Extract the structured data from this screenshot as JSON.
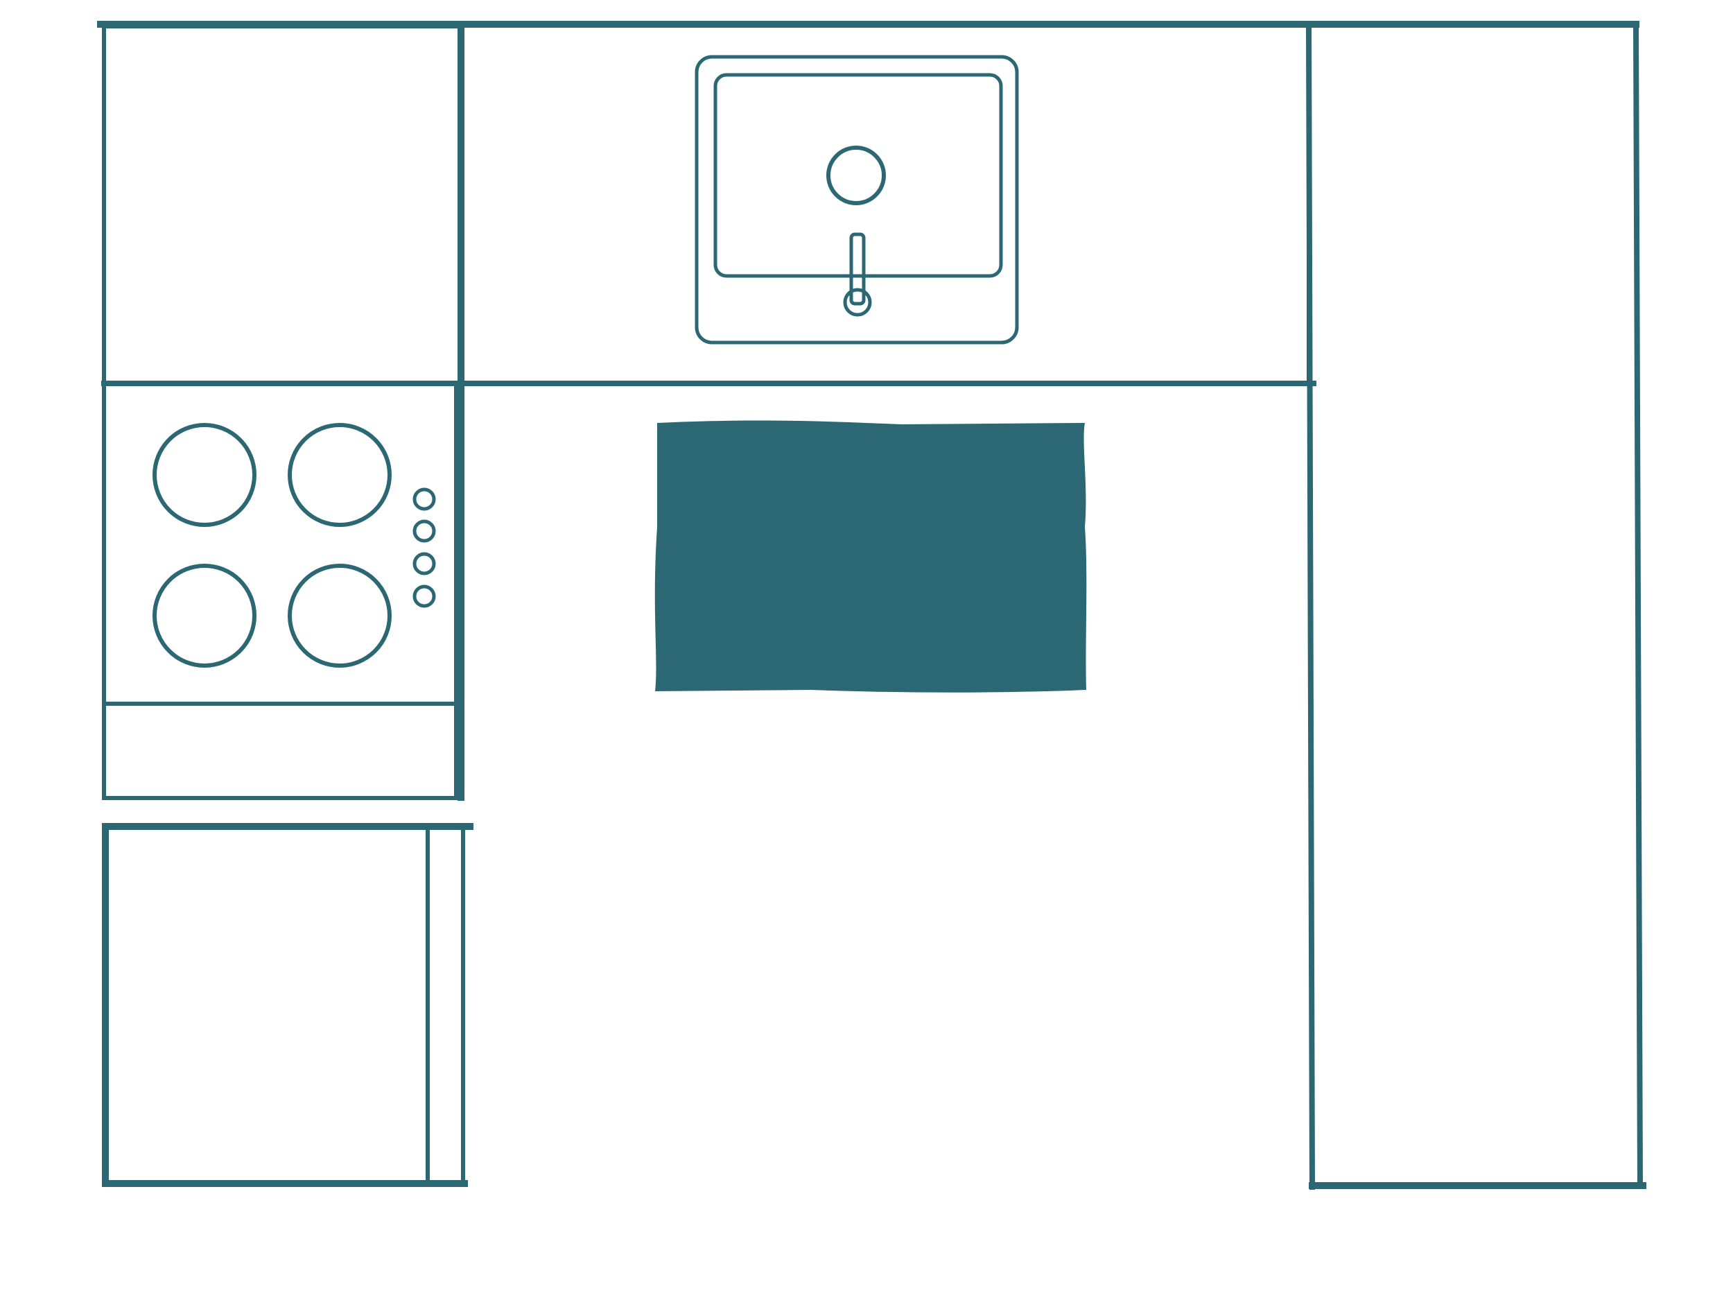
{
  "colors": {
    "stroke": "#2c6873",
    "fill": "#2c6873",
    "background": "#ffffff"
  },
  "plan": {
    "elements": [
      {
        "name": "upper-left-cabinet",
        "kind": "cabinet"
      },
      {
        "name": "sink-counter",
        "kind": "counter"
      },
      {
        "name": "sink",
        "kind": "sink"
      },
      {
        "name": "faucet",
        "kind": "faucet"
      },
      {
        "name": "cooktop",
        "kind": "stove",
        "burners": 4,
        "control_knobs": 4
      },
      {
        "name": "kitchen-island",
        "kind": "island"
      },
      {
        "name": "refrigerator",
        "kind": "fridge"
      },
      {
        "name": "tall-pantry-cabinet",
        "kind": "cabinet"
      }
    ]
  }
}
